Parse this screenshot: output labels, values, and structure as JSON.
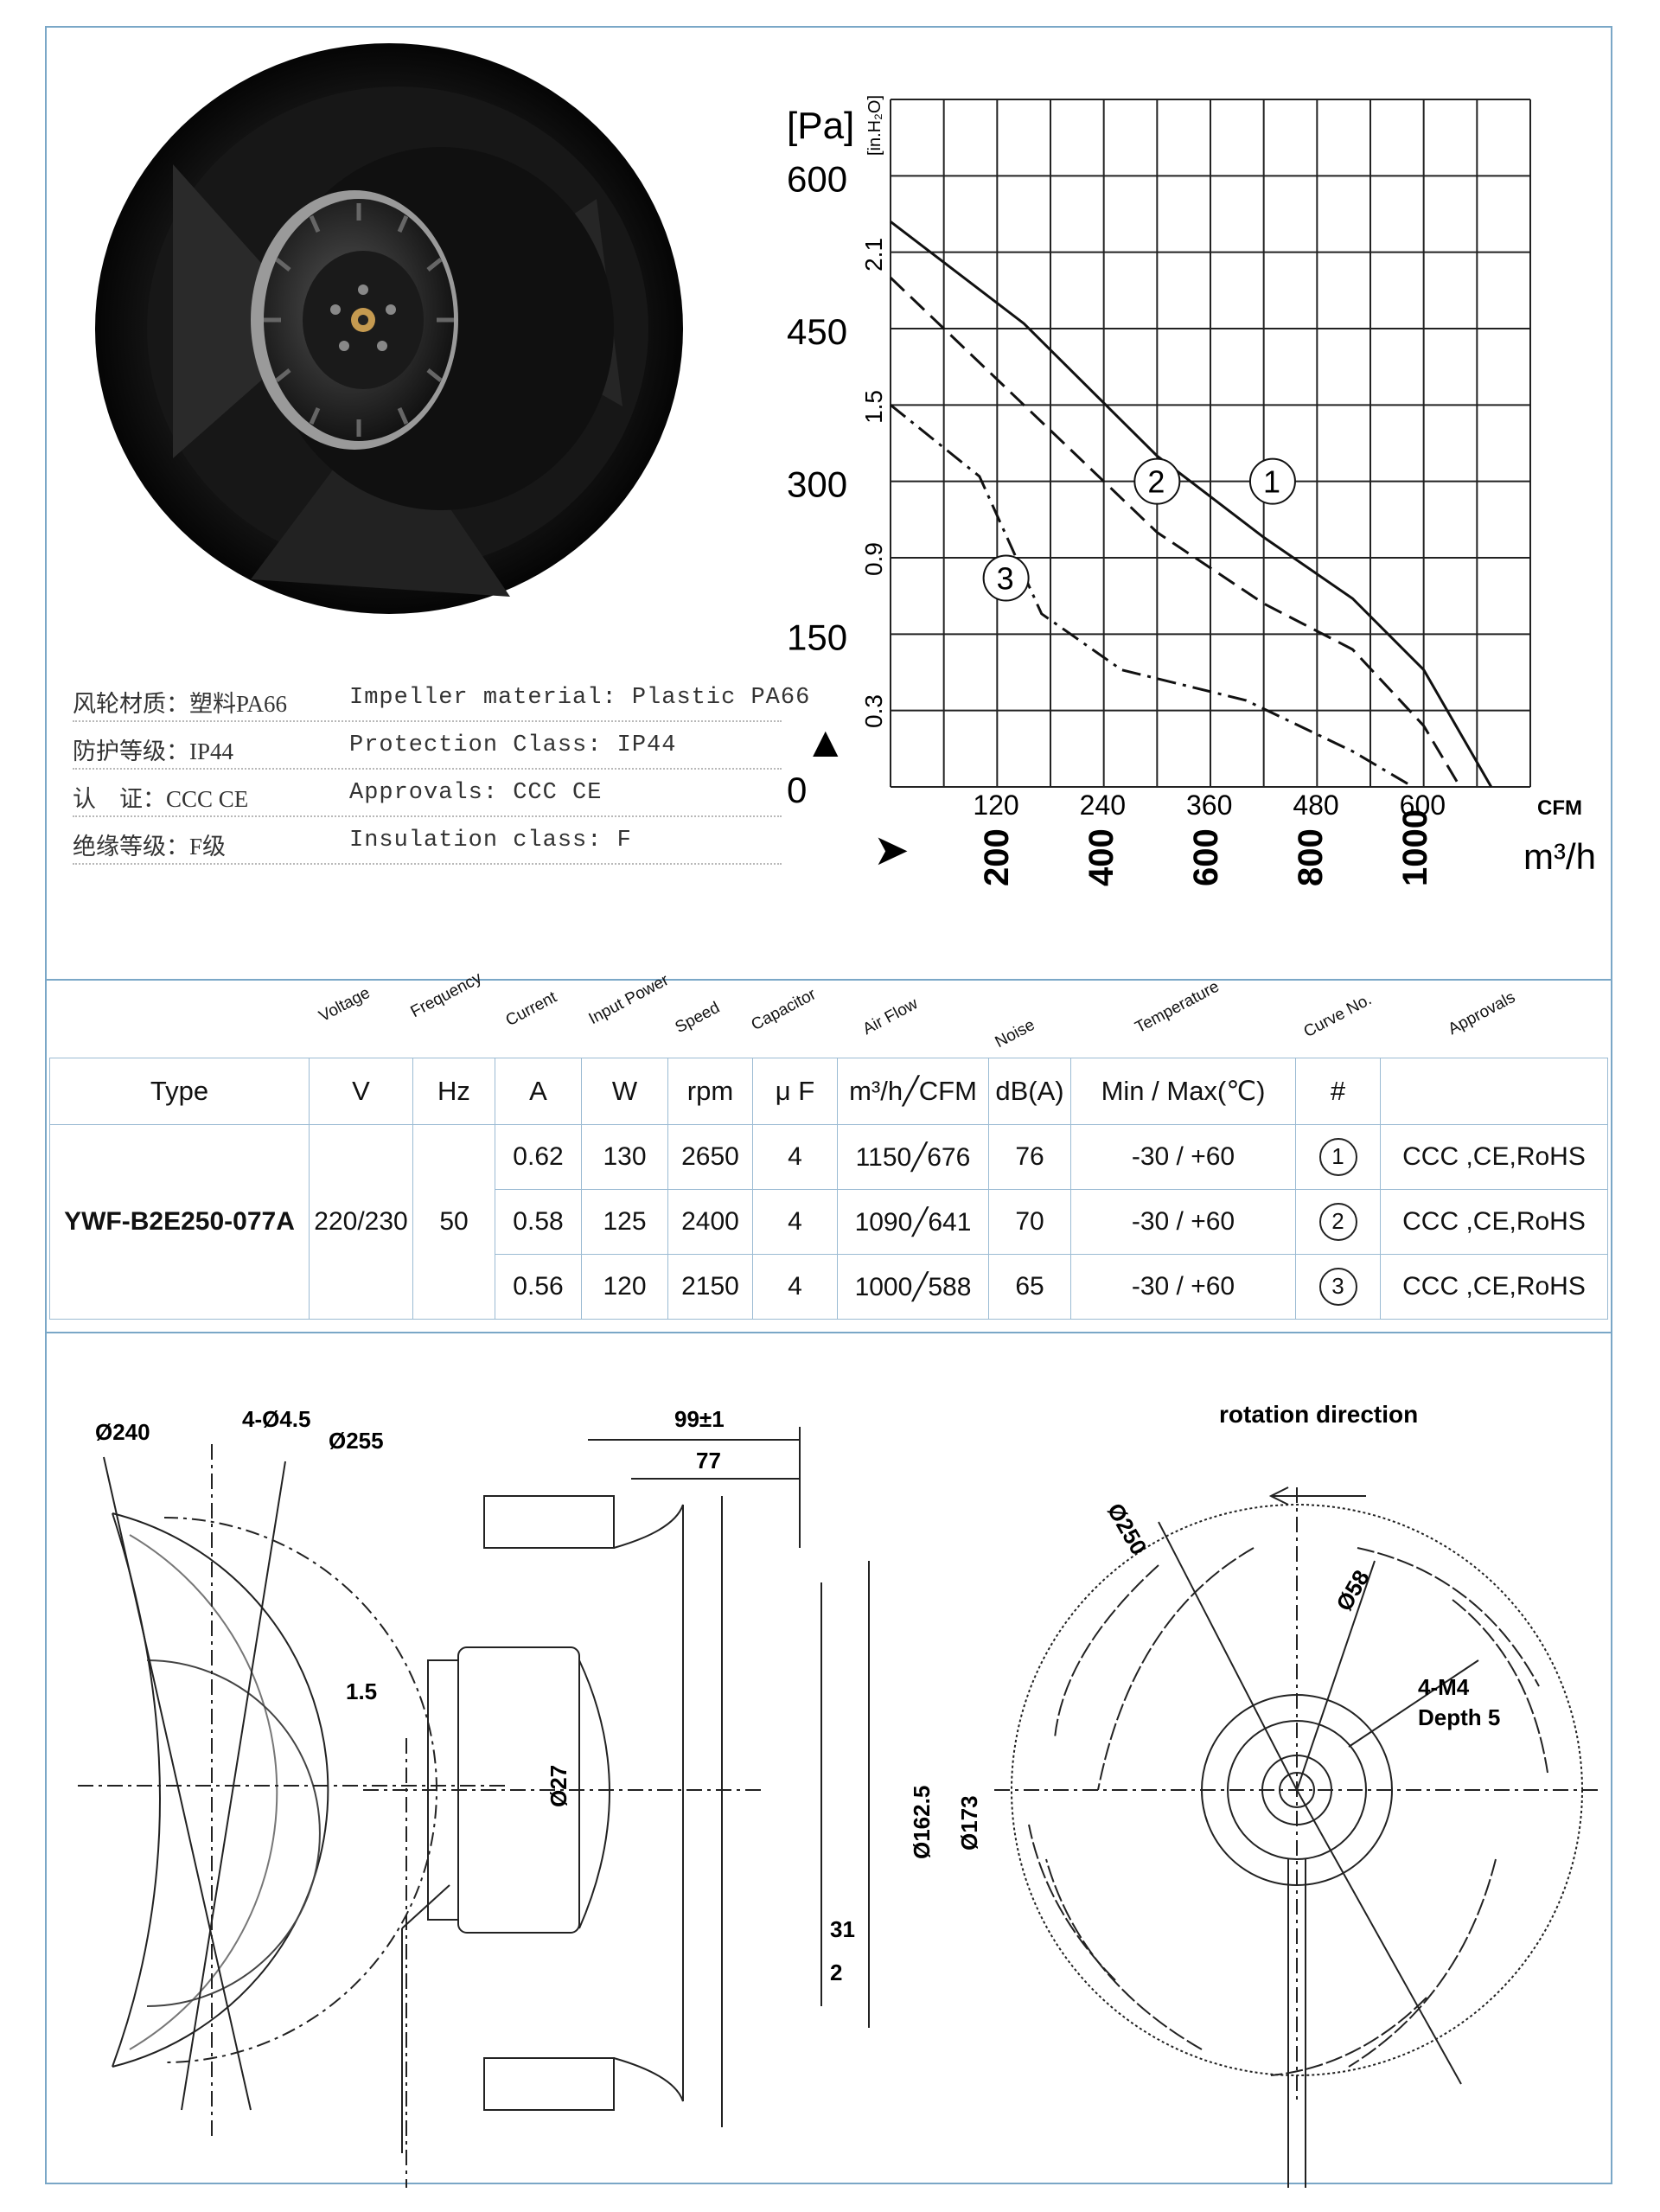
{
  "specs": [
    {
      "cn": "风轮材质：塑料PA66",
      "en": "Impeller material:  Plastic PA66"
    },
    {
      "cn": "防护等级：IP44",
      "en": "Protection Class: IP44"
    },
    {
      "cn": "认    证：CCC CE",
      "en": "Approvals: CCC  CE"
    },
    {
      "cn": "绝缘等级：F级",
      "en": "Insulation class: F"
    }
  ],
  "chart_data": {
    "type": "line",
    "ylabel": "[Pa]",
    "ylabel_secondary": "[in.H₂O]",
    "xlabel_top": "CFM",
    "xlabel_bottom": "m³/h",
    "y_ticks": [
      "600",
      "450",
      "300",
      "150",
      "0"
    ],
    "y_ticks_secondary": [
      "2.1",
      "1.5",
      "0.9",
      "0.3"
    ],
    "x_ticks_cfm": [
      "120",
      "240",
      "360",
      "480",
      "600"
    ],
    "x_ticks_m3h": [
      "200",
      "400",
      "600",
      "800",
      "1000"
    ],
    "xlim_cfm": [
      0,
      720
    ],
    "ylim_pa": [
      0,
      675
    ],
    "grid": true,
    "series": [
      {
        "name": "1",
        "style": "solid",
        "x": [
          0,
          150,
          300,
          420,
          520,
          600,
          676
        ],
        "y": [
          555,
          455,
          325,
          245,
          185,
          115,
          0
        ]
      },
      {
        "name": "2",
        "style": "dashed",
        "x": [
          0,
          150,
          300,
          420,
          520,
          600,
          641
        ],
        "y": [
          500,
          375,
          250,
          180,
          135,
          60,
          0
        ]
      },
      {
        "name": "3",
        "style": "dashdot",
        "x": [
          0,
          100,
          170,
          260,
          400,
          520,
          588
        ],
        "y": [
          375,
          305,
          170,
          115,
          85,
          35,
          0
        ]
      }
    ]
  },
  "table": {
    "headers": [
      "Voltage",
      "Frequency",
      "Current",
      "Input Power",
      "Speed",
      "Capacitor",
      "Air Flow",
      "Noise",
      "Temperature",
      "Curve No.",
      "Approvals"
    ],
    "units": [
      "Type",
      "V",
      "Hz",
      "A",
      "W",
      "rpm",
      "μ F",
      "m³/h╱CFM",
      "dB(A)",
      "Min / Max(℃)",
      "#",
      ""
    ],
    "type": "YWF-B2E250-077A",
    "voltage": "220/230",
    "frequency": "50",
    "rows": [
      {
        "current": "0.62",
        "power": "130",
        "speed": "2650",
        "cap": "4",
        "airflow": "1150╱676",
        "noise": "76",
        "temp": "-30 / +60",
        "curve": "1",
        "approvals": "CCC ,CE,RoHS"
      },
      {
        "current": "0.58",
        "power": "125",
        "speed": "2400",
        "cap": "4",
        "airflow": "1090╱641",
        "noise": "70",
        "temp": "-30 / +60",
        "curve": "2",
        "approvals": "CCC ,CE,RoHS"
      },
      {
        "current": "0.56",
        "power": "120",
        "speed": "2150",
        "cap": "4",
        "airflow": "1000╱588",
        "noise": "65",
        "temp": "-30 / +60",
        "curve": "3",
        "approvals": "CCC ,CE,RoHS"
      }
    ]
  },
  "drawings": {
    "left": {
      "d240": "Ø240",
      "holes": "4-Ø4.5",
      "d255": "Ø255"
    },
    "middle": {
      "len_total": "99±1",
      "len_body": "77",
      "flange": "1.5",
      "shaft": "Ø27",
      "d162": "Ø162.5",
      "d173": "Ø173",
      "d31": "31",
      "d2": "2"
    },
    "right": {
      "rotation": "rotation direction",
      "d250": "Ø250",
      "d58": "Ø58",
      "threads": "4-M4",
      "depth": "Depth 5"
    }
  }
}
